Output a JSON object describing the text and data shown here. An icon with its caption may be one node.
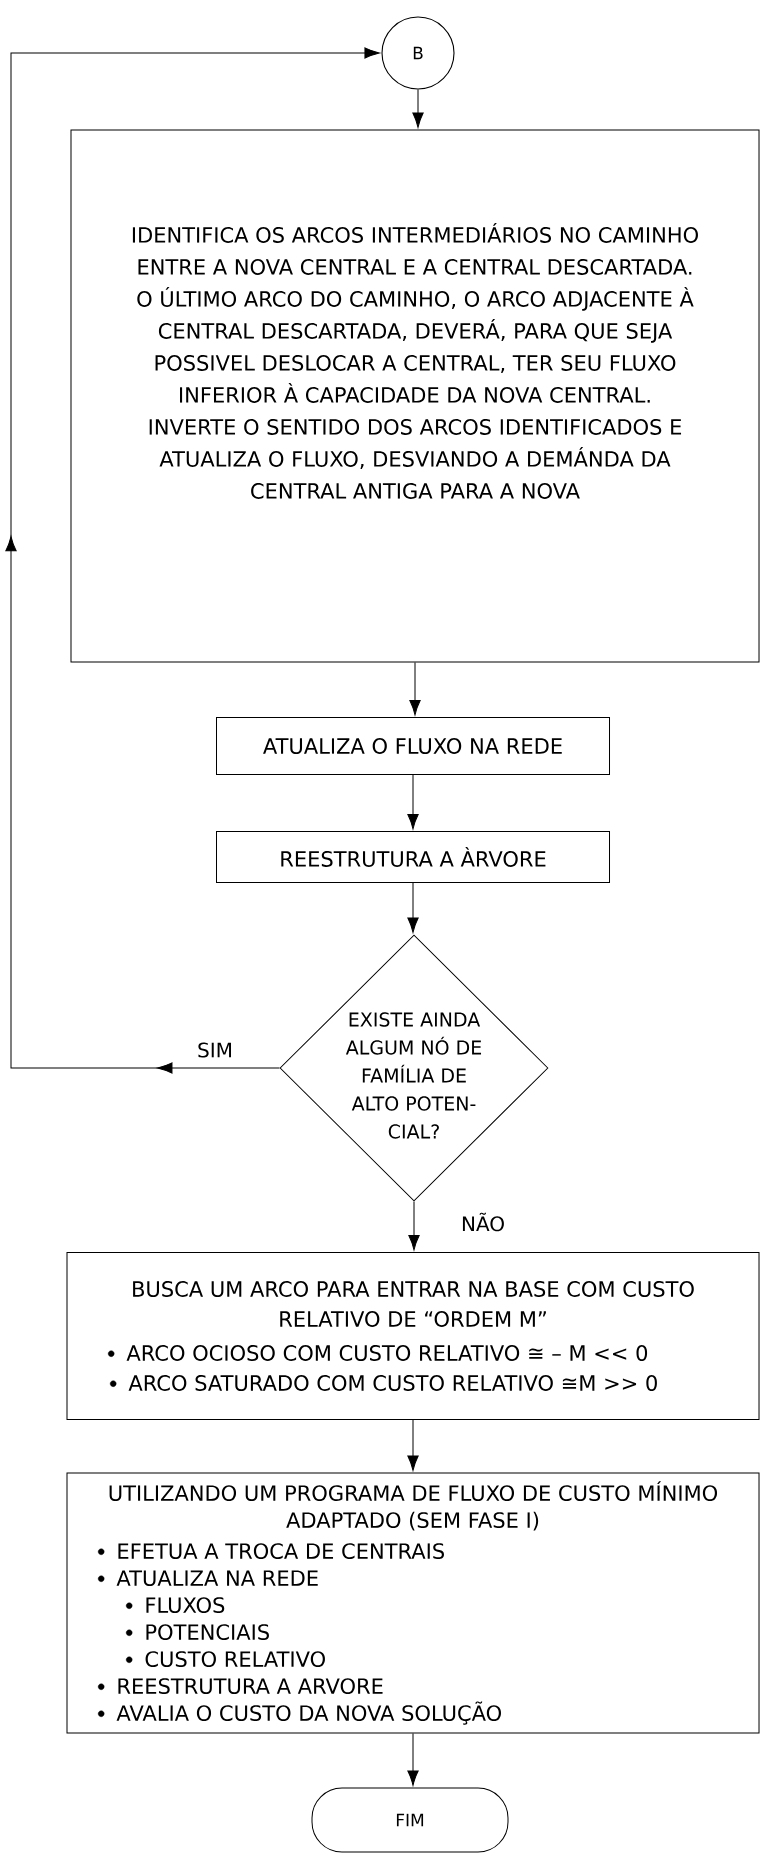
{
  "diagram": {
    "nodes": [
      {
        "text": [
          "B"
        ]
      },
      {
        "text": [
          "IDENTIFICA OS ARCOS INTERMEDIÁRIOS NO CAMINHO ENTRE A NOVA CENTRAL E A CENTRAL DESCARTADA.",
          "O ÚLTIMO ARCO DO CAMINHO, O ARCO ADJACENTE À CENTRAL DESCARTADA, DEVERÁ, PARA QUE SEJA POSSIVEL DESLOCAR A CENTRAL, TER SEU FLUXO INFERIOR À CAPACIDADE DA NOVA CENTRAL.",
          "INVERTE O SENTIDO DOS ARCOS IDENTIFICADOS E ATUALIZA O FLUXO, DESVIANDO A DEMÁNDA DA CENTRAL ANTIGA PARA A NOVA"
        ]
      },
      {
        "text": [
          "ATUALIZA O FLUXO NA REDE"
        ]
      },
      {
        "text": [
          "REESTRUTURA A ÀRVORE"
        ]
      },
      {
        "text": [
          "EXISTE AINDA ALGUM NÓ DE FAMÍLIA DE ALTO POTEN- CIAL?"
        ]
      },
      {
        "text": [
          "BUSCA UM ARCO PARA ENTRAR NA BASE COM CUSTO RELATIVO DE “ORDEM M”",
          "ARCO OCIOSO COM CUSTO RELATIVO ≅ – M << 0",
          "ARCO SATURADO COM CUSTO RELATIVO ≅M >> 0"
        ]
      },
      {
        "text": [
          "UTILIZANDO UM PROGRAMA DE FLUXO DE CUSTO MÍNIMO ADAPTADO (SEM FASE I)",
          "EFETUA A TROCA DE CENTRAIS",
          "ATUALIZA NA REDE",
          "FLUXOS",
          "POTENCIAIS",
          "CUSTO RELATIVO",
          "REESTRUTURA A ARVORE",
          "AVALIA O CUSTO DA NOVA SOLUÇÃO"
        ]
      },
      {
        "text": [
          "FIM"
        ]
      }
    ],
    "edges": [
      {
        "from": 0,
        "to": 1,
        "arrow": "to"
      },
      {
        "from": 1,
        "to": 2,
        "arrow": "to"
      },
      {
        "from": 2,
        "to": 3,
        "arrow": "to"
      },
      {
        "from": 3,
        "to": 4,
        "arrow": "to"
      },
      {
        "from": 4,
        "to": 5,
        "arrow": "to",
        "label": "NÃO"
      },
      {
        "from": 4,
        "to": 0,
        "arrow": "to",
        "label": "SIM"
      },
      {
        "from": 5,
        "to": 6,
        "arrow": "to"
      },
      {
        "from": 6,
        "to": 7,
        "arrow": "to"
      }
    ]
  }
}
